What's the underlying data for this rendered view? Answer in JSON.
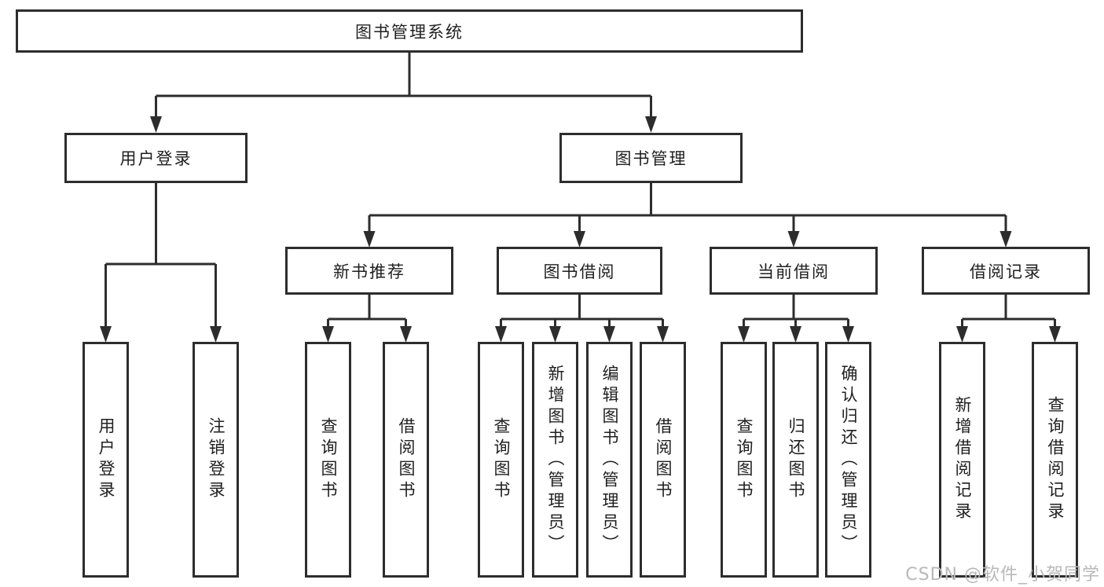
{
  "diagram": {
    "tree": {
      "label": "图书管理系统",
      "children": [
        {
          "label": "用户登录",
          "children": [
            {
              "label": "用户登录"
            },
            {
              "label": "注销登录"
            }
          ]
        },
        {
          "label": "图书管理",
          "children": [
            {
              "label": "新书推荐",
              "children": [
                {
                  "label": "查询图书"
                },
                {
                  "label": "借阅图书"
                }
              ]
            },
            {
              "label": "图书借阅",
              "children": [
                {
                  "label": "查询图书"
                },
                {
                  "label": "新增图书（管理员）"
                },
                {
                  "label": "编辑图书（管理员）"
                },
                {
                  "label": "借阅图书"
                }
              ]
            },
            {
              "label": "当前借阅",
              "children": [
                {
                  "label": "查询图书"
                },
                {
                  "label": "归还图书"
                },
                {
                  "label": "确认归还（管理员）"
                }
              ]
            },
            {
              "label": "借阅记录",
              "children": [
                {
                  "label": "新增借阅记录"
                },
                {
                  "label": "查询借阅记录"
                }
              ]
            }
          ]
        }
      ]
    },
    "colors": {
      "line": "#2d2d2d",
      "text": "#1f1f1f",
      "background": "#ffffff",
      "watermark": "#b8b8b8"
    },
    "watermark": "CSDN @软件_小贺同学"
  }
}
